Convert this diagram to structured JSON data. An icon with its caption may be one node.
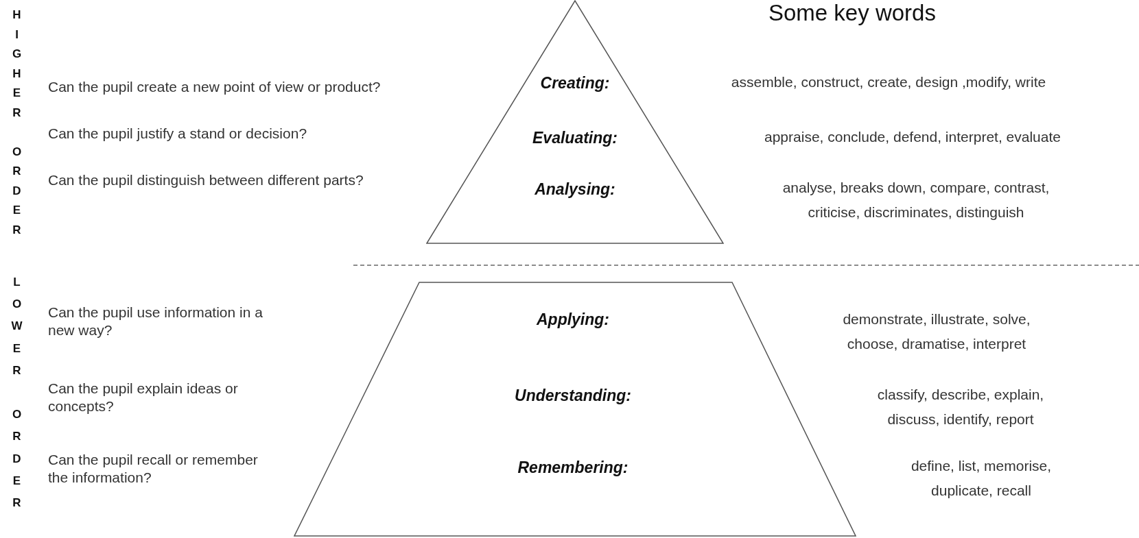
{
  "diagram": {
    "nodes": [
      {
        "text": [
          "Creating:",
          "Evaluating:",
          "Analysing:"
        ]
      },
      {
        "text": [
          "Applying:",
          "Understanding:",
          "Remembering:"
        ]
      }
    ],
    "edges": [],
    "labels": [
      "HIGHER ORDER",
      "Some key words",
      "Can the pupil create a new point of view or product?",
      "assemble, construct, create, design ,modify, write",
      "Can the pupil justify a stand or decision?",
      "appraise, conclude, defend, interpret, evaluate",
      "Can the pupil distinguish between different parts?",
      "analyse, breaks down, compare, contrast, criticise, discriminates, distinguish",
      "LOWER ORDER",
      "Can the pupil use information in a new way?",
      "demonstrate, illustrate, solve, choose, dramatise, interpret",
      "Can the pupil explain ideas or concepts?",
      "classify, describe, explain, discuss, identify, report",
      "Can the pupil recall or remember the information?",
      "define, list, memorise, duplicate, recall"
    ]
  }
}
